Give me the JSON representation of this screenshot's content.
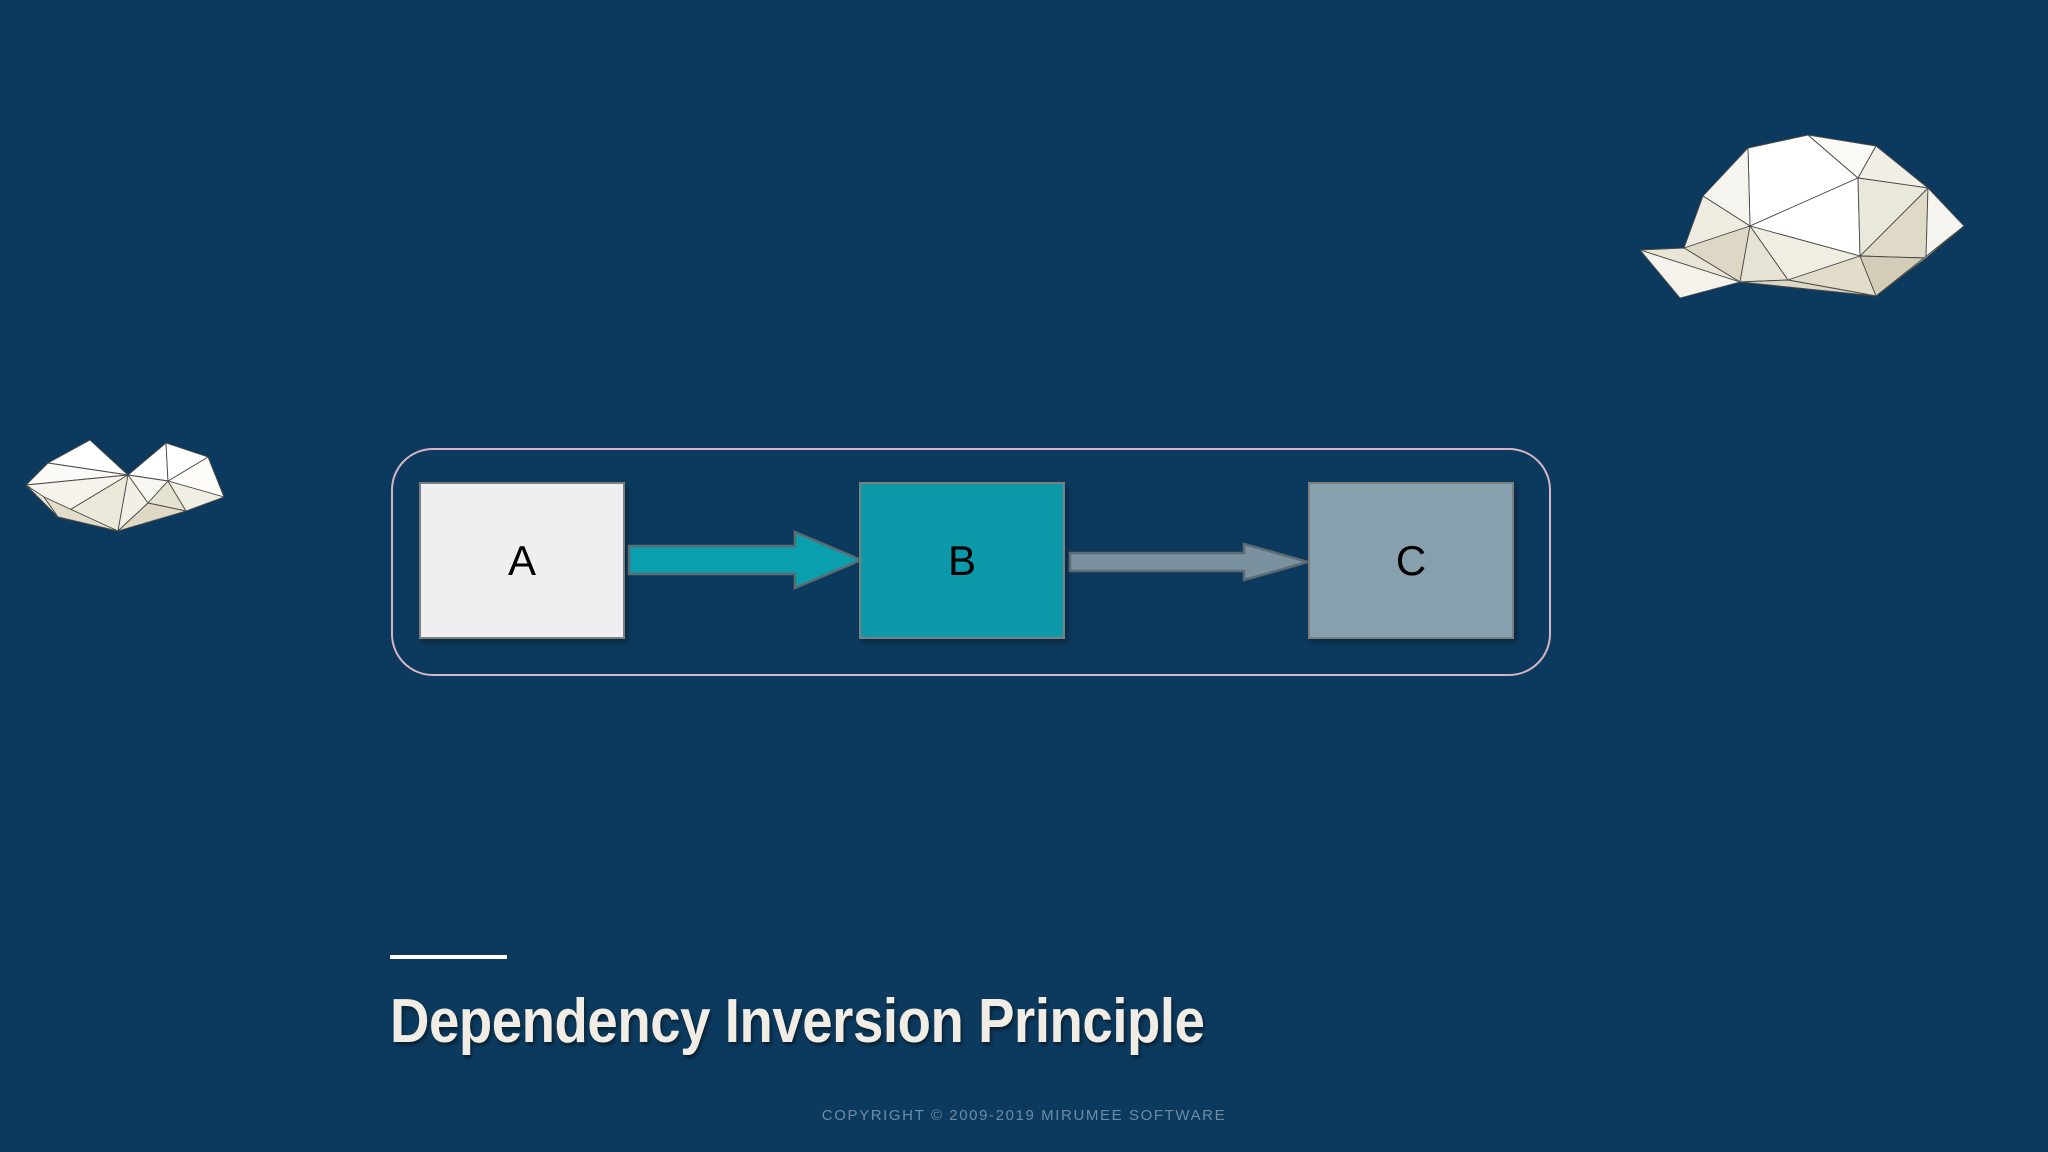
{
  "slide": {
    "background_color": "#0c3a5e",
    "title": "Dependency Inversion Principle",
    "title_color": "#f1ede4",
    "accent_rule_color": "#ffffff"
  },
  "footer": {
    "copyright": "COPYRIGHT © 2009-2019 MIRUMEE SOFTWARE",
    "color": "#6e8ba4"
  },
  "diagram": {
    "frame": {
      "border_color": "#d7b4c3",
      "shape": "rounded-rectangle"
    },
    "nodes": [
      {
        "id": "a",
        "label": "A",
        "fill": "#efeef0",
        "border": "#7b7f7e",
        "label_color": "#000000"
      },
      {
        "id": "b",
        "label": "B",
        "fill": "#0c9aab",
        "border": "#7b7f7e",
        "label_color": "#000000"
      },
      {
        "id": "c",
        "label": "C",
        "fill": "#86a0ad",
        "border": "#7b7f7e",
        "label_color": "#000000"
      }
    ],
    "arrows": [
      {
        "id": "a-b",
        "from": "A",
        "to": "B",
        "fill": "#0a9fae",
        "stroke": "#5d6b70",
        "direction": "right"
      },
      {
        "id": "b-c",
        "from": "B",
        "to": "C",
        "fill": "#7a92a0",
        "stroke": "#5d6b70",
        "direction": "right"
      }
    ]
  },
  "decorations": [
    {
      "id": "cloud-top-right",
      "name": "low-poly-cloud",
      "palette": [
        "#ffffff",
        "#f3f1ea",
        "#e5e1d2",
        "#d8d2bf",
        "#cdc6b0"
      ],
      "stroke": "#4a4a46"
    },
    {
      "id": "cloud-left",
      "name": "low-poly-cloud",
      "palette": [
        "#ffffff",
        "#f4f2ec",
        "#e6e2d4",
        "#d9d3c2"
      ],
      "stroke": "#4a4a46"
    }
  ]
}
